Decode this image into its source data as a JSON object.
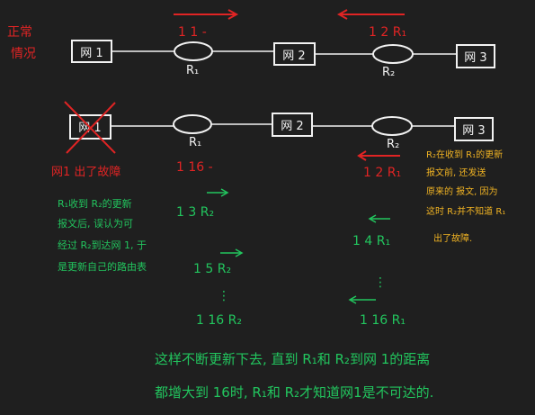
{
  "top": {
    "state_label_line1": "正常",
    "state_label_line2": "情况",
    "net1": "网 1",
    "net2": "网 2",
    "net3": "网 3",
    "r1": "R₁",
    "r2": "R₂",
    "r1_table": "1 1 -",
    "r2_table": "1 2 R₁"
  },
  "bottom": {
    "net1": "网 1",
    "net2": "网 2",
    "net3": "网 3",
    "r1": "R₁",
    "r2": "R₂",
    "fault_label": "网1 出了故障",
    "r1_table": "1 16 -",
    "r2_table": "1 2 R₁",
    "r2_note_lines": [
      "R₂在收到 R₁的更新",
      "报文前, 还发送",
      "原来的 报文, 因为",
      "这时 R₂并不知道 R₁",
      "出了故障."
    ],
    "r1_note_lines": [
      "R₁收到 R₂的更新",
      "报文后, 误认为可",
      "经过 R₂到达网 1, 于",
      "是更新自己的路由表"
    ],
    "r1_updates": [
      "1  3  R₂",
      "1  5  R₂",
      "⋮",
      "1  16  R₂"
    ],
    "r2_updates": [
      "1  4  R₁",
      "⋮",
      "1  16  R₁"
    ],
    "conclusion_line1": "这样不断更新下去, 直到 R₁和 R₂到网 1的距离",
    "conclusion_line2": "都增大到 16时, R₁和 R₂才知道网1是不可达的."
  },
  "colors": {
    "red": "#e02424",
    "white": "#f2f2f2",
    "green": "#22c55e",
    "orange": "#f0b323"
  }
}
